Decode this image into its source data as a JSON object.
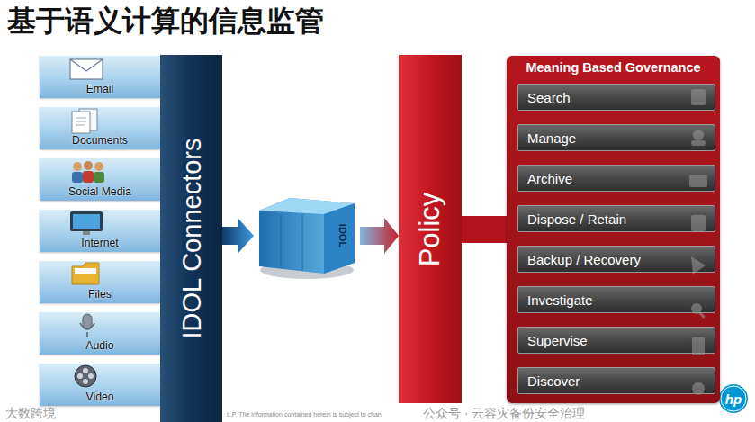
{
  "diagram": {
    "title": "基于语义计算的信息监管",
    "nodes": [
      {
        "text": [
          "Email"
        ]
      },
      {
        "text": [
          "Documents"
        ]
      },
      {
        "text": [
          "Social Media"
        ]
      },
      {
        "text": [
          "Internet"
        ]
      },
      {
        "text": [
          "Files"
        ]
      },
      {
        "text": [
          "Audio"
        ]
      },
      {
        "text": [
          "Video"
        ]
      },
      {
        "text": [
          "IDOL Connectors"
        ]
      },
      {
        "text": [
          "IDOL"
        ]
      },
      {
        "text": [
          "Policy"
        ]
      },
      {
        "text": [
          "Meaning Based Governance"
        ]
      },
      {
        "text": [
          "Search"
        ],
        "in": 10
      },
      {
        "text": [
          "Manage"
        ],
        "in": 10
      },
      {
        "text": [
          "Archive"
        ],
        "in": 10
      },
      {
        "text": [
          "Dispose / Retain"
        ],
        "in": 10
      },
      {
        "text": [
          "Backup / Recovery"
        ],
        "in": 10
      },
      {
        "text": [
          "Investigate"
        ],
        "in": 10
      },
      {
        "text": [
          "Supervise"
        ],
        "in": 10
      },
      {
        "text": [
          "Discover"
        ],
        "in": 10
      }
    ],
    "edges": [
      {
        "from": 7,
        "to": 8,
        "arrow": "to"
      },
      {
        "from": 8,
        "to": 9,
        "arrow": "to"
      },
      {
        "from": 9,
        "to": 10,
        "arrow": "none"
      }
    ],
    "labels": [
      "大数跨境",
      "L.P. The information contained herein is subject to chan",
      "公众号 · 云容灾备份安全治理",
      "hp"
    ]
  }
}
